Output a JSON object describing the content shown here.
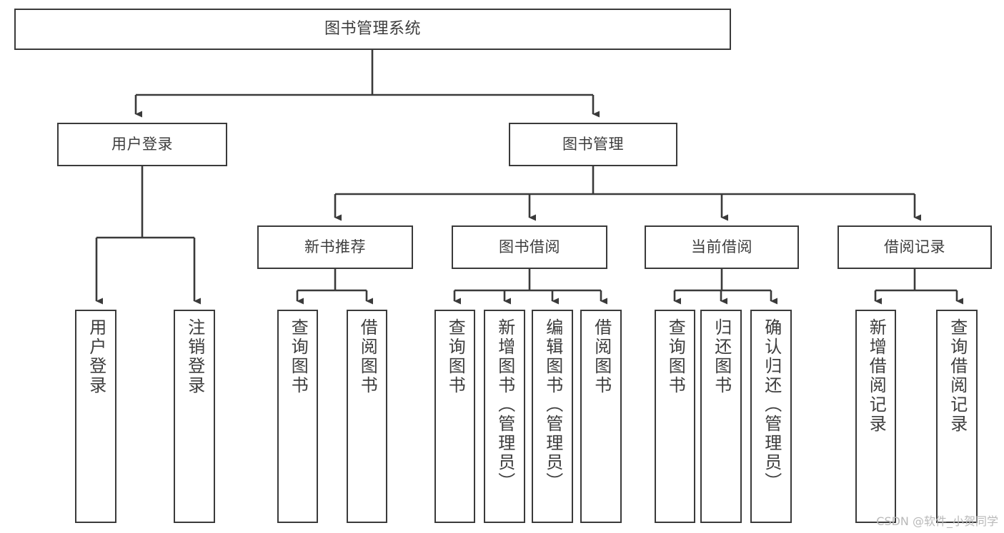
{
  "diagram": {
    "title": "图书管理系统",
    "watermark": "CSDN @软件_小贺同学",
    "line_color": "#3a3a3a",
    "box_fill": "#ffffff",
    "text_color": "#3d3d3d",
    "nodes": {
      "root": {
        "label": "图书管理系统"
      },
      "level2": [
        {
          "id": "user-login",
          "label": "用户登录"
        },
        {
          "id": "book-management",
          "label": "图书管理"
        }
      ],
      "level3": [
        {
          "id": "new-book-recommend",
          "label": "新书推荐"
        },
        {
          "id": "book-borrow",
          "label": "图书借阅"
        },
        {
          "id": "current-borrow",
          "label": "当前借阅"
        },
        {
          "id": "borrow-record",
          "label": "借阅记录"
        }
      ],
      "leaves": {
        "user_login": [
          {
            "id": "leaf-user-login",
            "label": "用户登录"
          },
          {
            "id": "leaf-logout-login",
            "label": "注销登录"
          }
        ],
        "new_book_recommend": [
          {
            "id": "leaf-query-book-1",
            "label": "查询图书"
          },
          {
            "id": "leaf-borrow-book-1",
            "label": "借阅图书"
          }
        ],
        "book_borrow": [
          {
            "id": "leaf-query-book-2",
            "label": "查询图书"
          },
          {
            "id": "leaf-add-book-admin",
            "label": "新增图书（管理员）"
          },
          {
            "id": "leaf-edit-book-admin",
            "label": "编辑图书（管理员）"
          },
          {
            "id": "leaf-borrow-book-2",
            "label": "借阅图书"
          }
        ],
        "current_borrow": [
          {
            "id": "leaf-query-book-3",
            "label": "查询图书"
          },
          {
            "id": "leaf-return-book",
            "label": "归还图书"
          },
          {
            "id": "leaf-confirm-return-admin",
            "label": "确认归还（管理员）"
          }
        ],
        "borrow_record": [
          {
            "id": "leaf-add-borrow-record",
            "label": "新增借阅记录"
          },
          {
            "id": "leaf-query-borrow-record",
            "label": "查询借阅记录"
          }
        ]
      }
    }
  }
}
